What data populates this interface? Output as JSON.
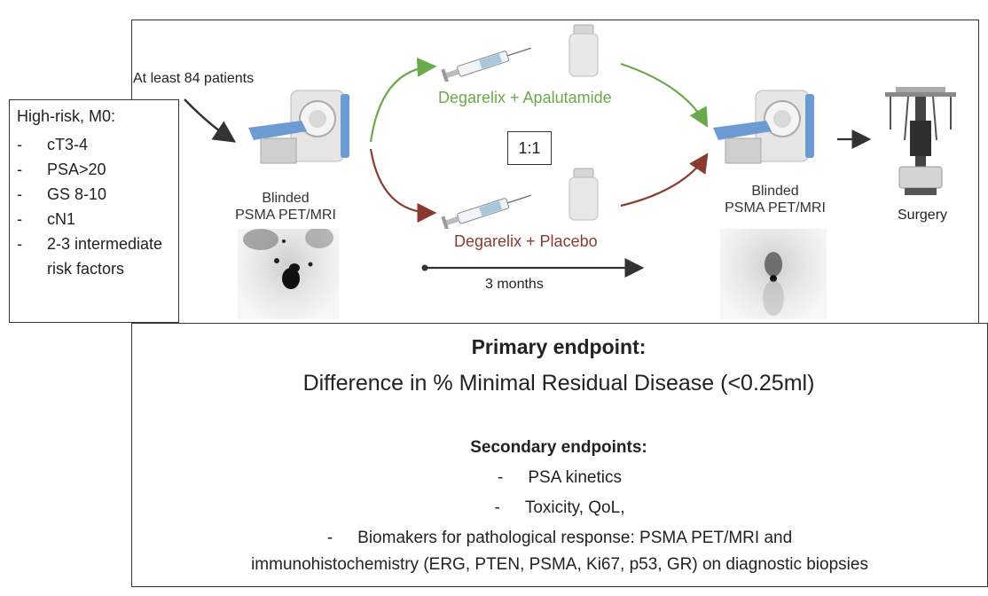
{
  "enrollment": "At least 84 patients",
  "criteria": {
    "title": "High-risk, M0:",
    "items": [
      "cT3-4",
      "PSA>20",
      "GS 8-10",
      "cN1",
      "2-3 intermediate risk factors"
    ]
  },
  "baseline_scan": {
    "label_line1": "Blinded",
    "label_line2": "PSMA PET/MRI"
  },
  "arms": {
    "treatment": "Degarelix + Apalutamide",
    "control": "Degarelix + Placebo",
    "ratio": "1:1"
  },
  "duration": "3 months",
  "followup_scan": {
    "label_line1": "Blinded",
    "label_line2": "PSMA PET/MRI"
  },
  "surgery": "Surgery",
  "primary": {
    "title": "Primary endpoint:",
    "text": "Difference in % Minimal Residual Disease (<0.25ml)"
  },
  "secondary": {
    "title": "Secondary endpoints:",
    "items": [
      "PSA kinetics",
      "Toxicity, QoL,",
      "Biomakers for pathological response: PSMA PET/MRI and",
      "immunohistochemistry (ERG, PTEN, PSMA, Ki67, p53, GR) on diagnostic biopsies"
    ]
  },
  "colors": {
    "treatment": "#6aaa4a",
    "control": "#8a3a30",
    "scanner_accent": "#6b9bd2"
  }
}
